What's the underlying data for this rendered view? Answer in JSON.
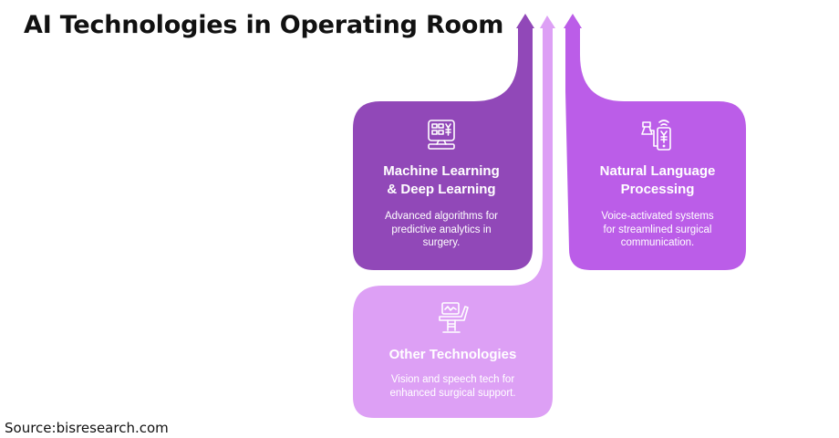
{
  "title": "AI Technologies in Operating Room",
  "source": "Source:bisresearch.com",
  "colors": {
    "ml_card": "#9148B8",
    "nlp_card": "#BB5DE8",
    "other_card": "#DDA0F5",
    "text_on_card": "#FFFFFF",
    "title_text": "#111111"
  },
  "cards": [
    {
      "id": "ml",
      "icon": "monitor-currency-icon",
      "title_lines": [
        "Machine Learning",
        "& Deep Learning"
      ],
      "desc_lines": [
        "Advanced algorithms for",
        "predictive analytics in",
        "surgery."
      ]
    },
    {
      "id": "nlp",
      "icon": "phone-payment-icon",
      "title_lines": [
        "Natural Language",
        "Processing"
      ],
      "desc_lines": [
        "Voice-activated systems",
        "for streamlined surgical",
        "communication."
      ]
    },
    {
      "id": "other",
      "icon": "surgical-chair-monitor-icon",
      "title_lines": [
        "Other Technologies"
      ],
      "desc_lines": [
        "Vision and speech tech for",
        "enhanced surgical support."
      ]
    }
  ]
}
